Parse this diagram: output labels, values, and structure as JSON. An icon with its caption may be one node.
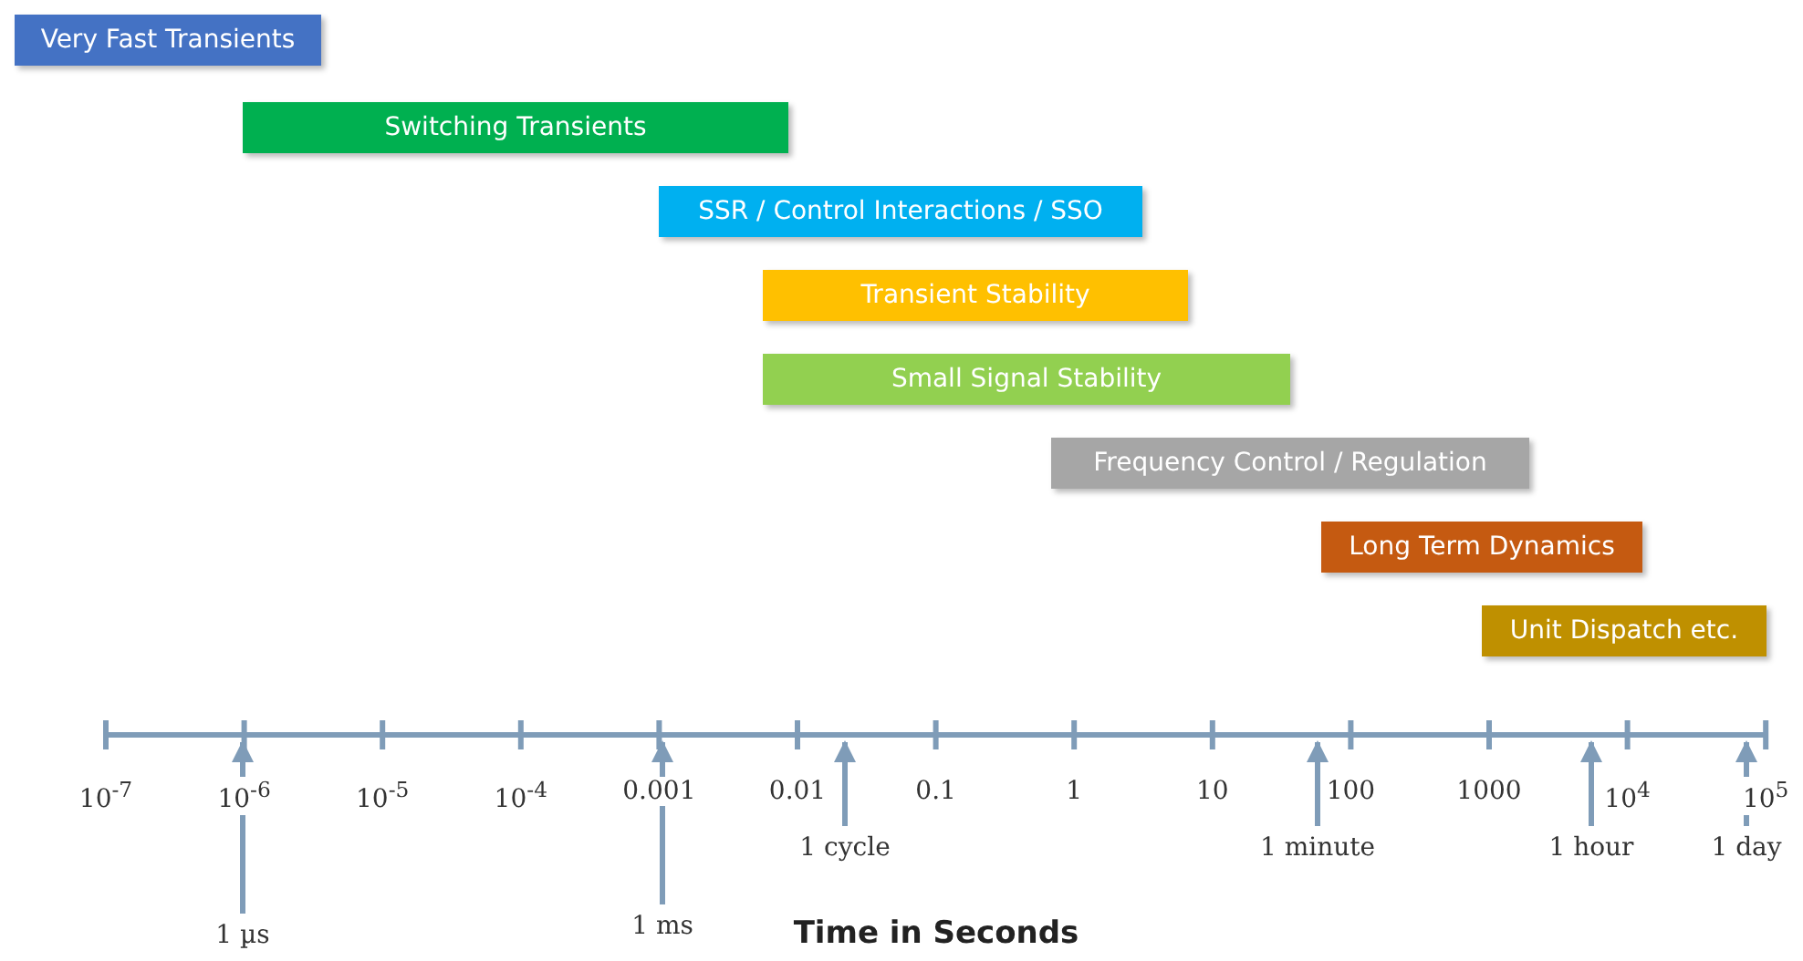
{
  "diagram": {
    "nodes": [
      {
        "text": [
          "Very Fast Transients"
        ]
      },
      {
        "text": [
          "Switching Transients"
        ]
      },
      {
        "text": [
          "SSR / Control Interactions / SSO"
        ]
      },
      {
        "text": [
          "Transient Stability"
        ]
      },
      {
        "text": [
          "Small Signal Stability"
        ]
      },
      {
        "text": [
          "Frequency Control  / Regulation"
        ]
      },
      {
        "text": [
          "Long Term Dynamics"
        ]
      },
      {
        "text": [
          "Unit Dispatch  etc."
        ]
      },
      {
        "text": [
          "1 µs"
        ]
      },
      {
        "text": [
          "1 ms"
        ]
      },
      {
        "text": [
          "1 cycle"
        ]
      },
      {
        "text": [
          "1 minute"
        ]
      },
      {
        "text": [
          "1 hour"
        ]
      },
      {
        "text": [
          "1 day"
        ]
      }
    ],
    "edges": [
      {
        "from": 8,
        "to": null,
        "arrow": "to"
      },
      {
        "from": 9,
        "to": null,
        "arrow": "to"
      },
      {
        "from": 10,
        "to": null,
        "arrow": "to"
      },
      {
        "from": 11,
        "to": null,
        "arrow": "to"
      },
      {
        "from": 12,
        "to": null,
        "arrow": "to"
      },
      {
        "from": 13,
        "to": null,
        "arrow": "to"
      }
    ],
    "labels": [
      "10$^{-7}$",
      "10$^{-6}$",
      "10$^{-5}$",
      "10$^{-4}$",
      "0.001",
      "0.01",
      "0.1",
      "1",
      "10",
      "100",
      "1000",
      "10$^{4}$",
      "10$^{5}$",
      "Time in Seconds"
    ]
  }
}
